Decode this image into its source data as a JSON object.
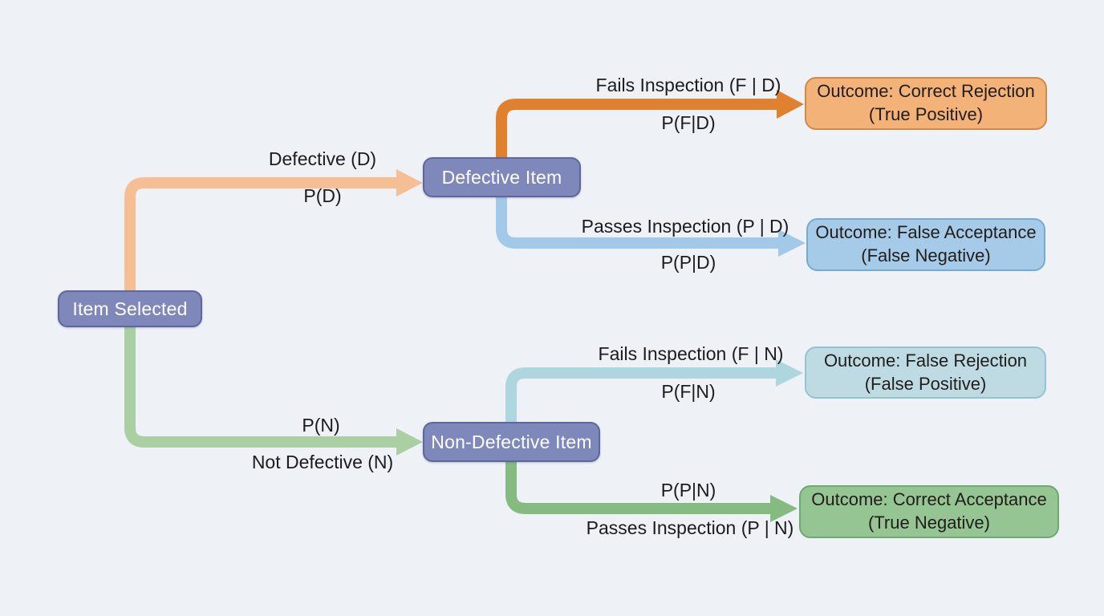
{
  "diagram": {
    "type": "probability-tree",
    "topic": "Item inspection outcomes (defective vs non-defective)"
  },
  "colors": {
    "background": "#eef1f6",
    "node_fill": "#7f88ba",
    "node_border": "#5d679c",
    "node_text": "#ffffff",
    "label_text": "#1c1c1e",
    "branch_defective": "#f6bf93",
    "branch_not_defective": "#a9cfa2",
    "branch_fails_d": "#e0812f",
    "branch_passes_d": "#a3c9e8",
    "branch_fails_n": "#aed6de",
    "branch_passes_n": "#85bb81",
    "outcome_text": "#201d1b",
    "correct_rejection_fill": "#f3b277",
    "correct_rejection_border": "#cd8a4a",
    "false_acceptance_fill": "#a6cbe9",
    "false_acceptance_border": "#7aa9d0",
    "false_rejection_fill": "#bedbe3",
    "false_rejection_border": "#93c5d1",
    "correct_acceptance_fill": "#94c592",
    "correct_acceptance_border": "#6fa96e"
  },
  "nodes": {
    "root": {
      "label": "Item Selected"
    },
    "defective": {
      "label": "Defective Item"
    },
    "non_defective": {
      "label": "Non-Defective Item"
    }
  },
  "branches": {
    "defective": {
      "top": "Defective (D)",
      "bottom": "P(D)"
    },
    "not_defective": {
      "top": "P(N)",
      "bottom": "Not Defective (N)"
    },
    "fails_d": {
      "top": "Fails Inspection (F | D)",
      "bottom": "P(F|D)"
    },
    "passes_d": {
      "top": "Passes Inspection (P | D)",
      "bottom": "P(P|D)"
    },
    "fails_n": {
      "top": "Fails Inspection (F | N)",
      "bottom": "P(F|N)"
    },
    "passes_n": {
      "top": "P(P|N)",
      "bottom": "Passes Inspection (P | N)"
    }
  },
  "outcomes": {
    "correct_rejection": {
      "line1": "Outcome: Correct Rejection",
      "line2": "(True Positive)"
    },
    "false_acceptance": {
      "line1": "Outcome: False Acceptance",
      "line2": "(False Negative)"
    },
    "false_rejection": {
      "line1": "Outcome: False Rejection",
      "line2": "(False Positive)"
    },
    "correct_acceptance": {
      "line1": "Outcome: Correct Acceptance",
      "line2": "(True Negative)"
    }
  }
}
